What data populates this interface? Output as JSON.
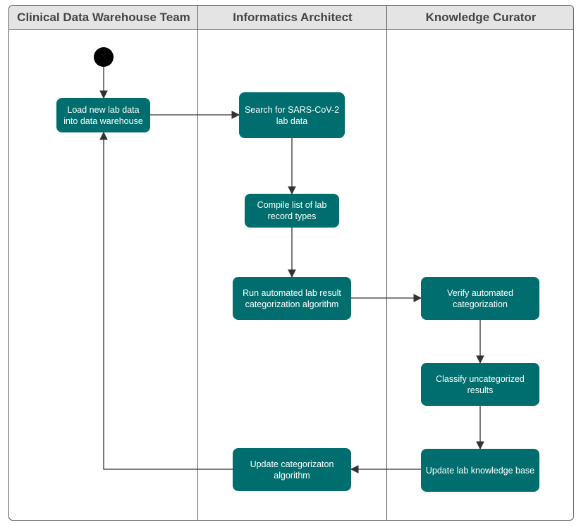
{
  "lanes": [
    {
      "title": "Clinical Data Warehouse Team"
    },
    {
      "title": "Informatics Architect"
    },
    {
      "title": "Knowledge Curator"
    }
  ],
  "nodes": {
    "load": "Load new lab data\ninto data warehouse",
    "search": "Search for SARS-CoV-2\nlab data",
    "compile": "Compile list of lab\nrecord types",
    "run": "Run automated lab result\ncategorization algorithm",
    "verify": "Verify automated\ncategorization",
    "classify": "Classify uncategorized\nresults",
    "kb": "Update lab knowledge base",
    "update_algo": "Update categorizaton\nalgorithm"
  },
  "colors": {
    "node_fill": "#006e6e",
    "header_fill": "#e4e4e4",
    "line": "#333333"
  }
}
